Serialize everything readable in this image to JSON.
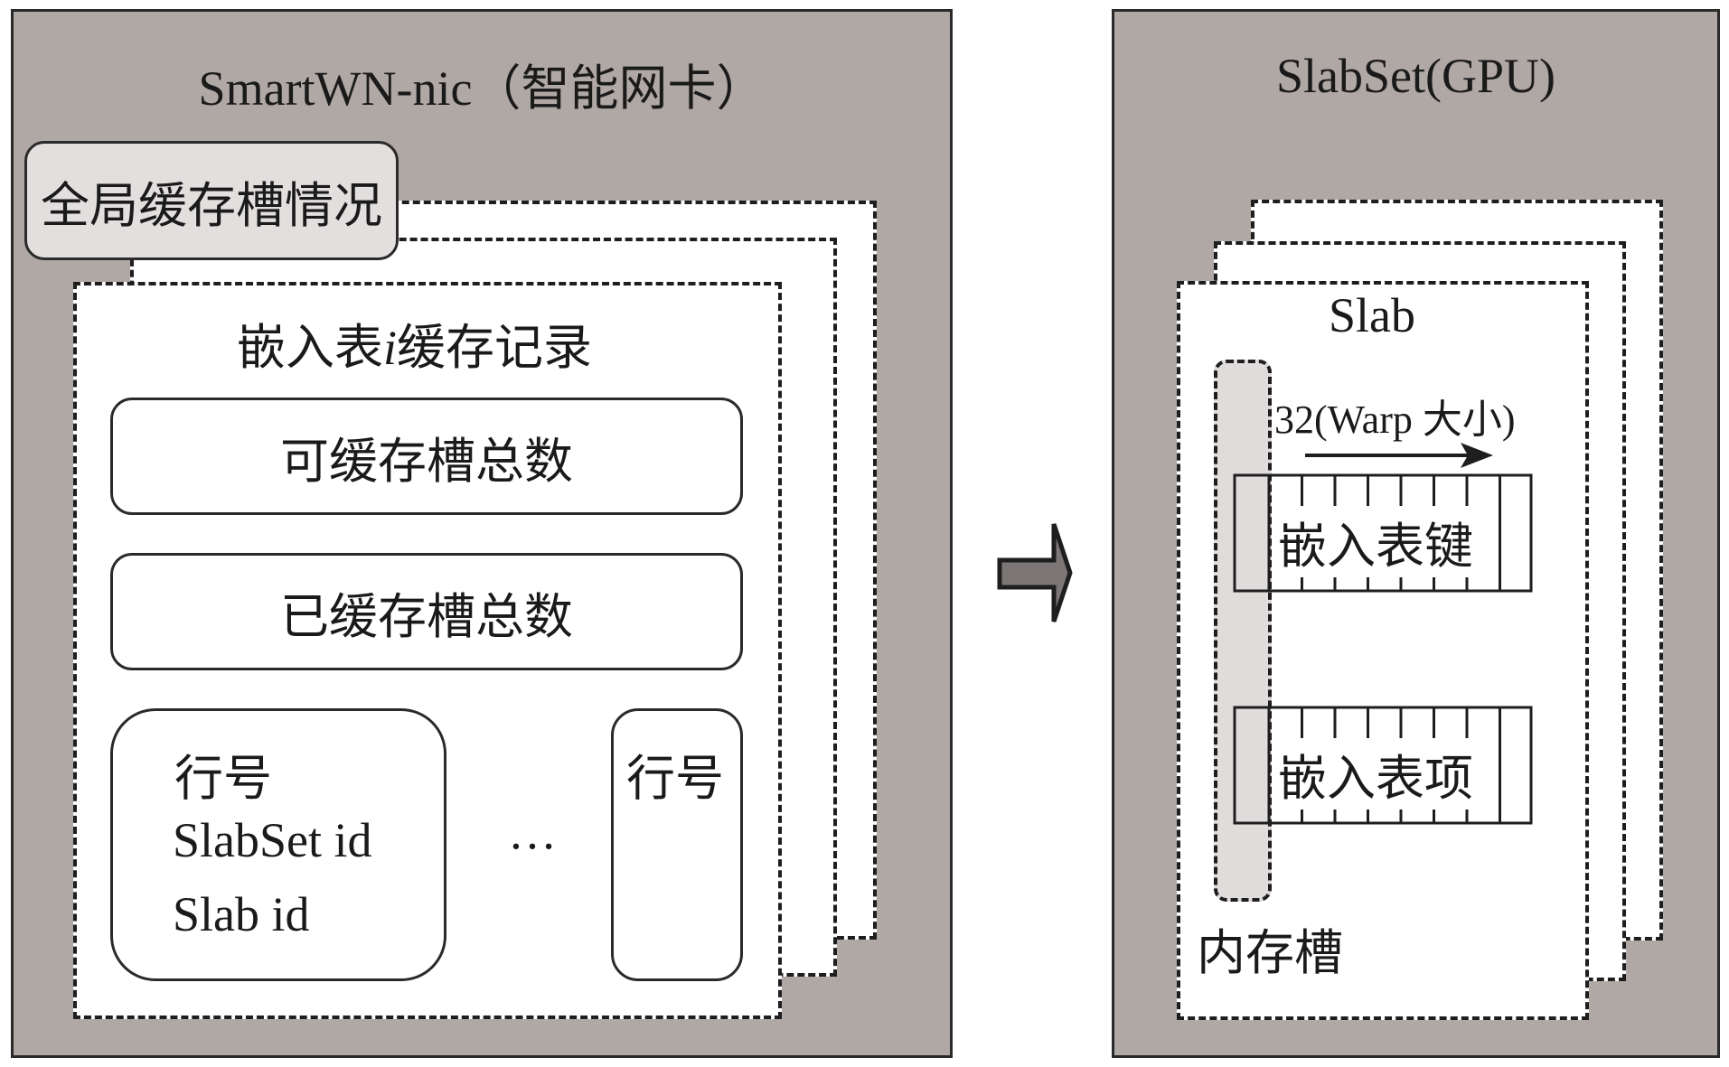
{
  "left_panel": {
    "title": "SmartWN-nic（智能网卡）",
    "global_badge": "全局缓存槽情况",
    "record_title": "嵌入表i缓存记录",
    "record_title_parts": {
      "pre": "嵌入表",
      "italic": "i",
      "post": "缓存记录"
    },
    "fields": [
      "可缓存槽总数",
      "已缓存槽总数"
    ],
    "row_entry": {
      "lines": [
        "行号",
        "SlabSet id",
        "Slab id"
      ]
    },
    "ellipsis": "…",
    "row_entry_last": {
      "lines": [
        "行号"
      ]
    }
  },
  "transition_arrow": "right-arrow",
  "right_panel": {
    "title": "SlabSet(GPU)",
    "slab_title": "Slab",
    "warp_label": "32(Warp 大小)",
    "rows": [
      {
        "label": "嵌入表键",
        "cells": 8
      },
      {
        "label": "嵌入表项",
        "cells": 8
      }
    ],
    "slot_label": "内存槽"
  },
  "colors": {
    "panel_bg": "#b0a8a5",
    "badge_bg": "#e3dfde",
    "slot_bg": "#e0dcdb",
    "arrow_fill": "#7d7677",
    "stroke": "#1e1e1e"
  }
}
